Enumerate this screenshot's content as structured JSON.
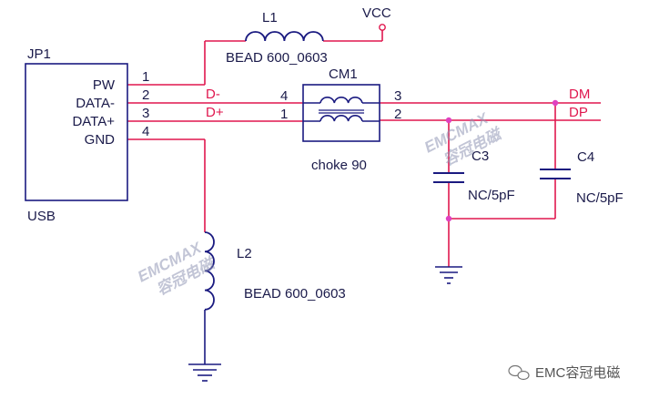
{
  "schematic": {
    "connector": {
      "ref": "JP1",
      "type": "USB",
      "pins": [
        {
          "num": "1",
          "name": "PW"
        },
        {
          "num": "2",
          "name": "DATA-"
        },
        {
          "num": "3",
          "name": "DATA+"
        },
        {
          "num": "4",
          "name": "GND"
        }
      ]
    },
    "inductor_l1": {
      "ref": "L1",
      "value": "BEAD 600_0603"
    },
    "vcc_label": "VCC",
    "nets": {
      "d_minus": "D-",
      "d_plus": "D+",
      "dm": "DM",
      "dp": "DP"
    },
    "choke": {
      "ref": "CM1",
      "value": "choke 90",
      "pin_4": "4",
      "pin_1": "1",
      "pin_3": "3",
      "pin_2": "2"
    },
    "cap_c3": {
      "ref": "C3",
      "value": "NC/5pF"
    },
    "cap_c4": {
      "ref": "C4",
      "value": "NC/5pF"
    },
    "inductor_l2": {
      "ref": "L2",
      "value": "BEAD 600_0603"
    },
    "watermark": {
      "line1": "EMCMAX",
      "line2": "容冠电磁"
    },
    "brand": "EMC容冠电磁",
    "colors": {
      "wire": "#e0174e",
      "component": "#1a1a80",
      "junction": "#e040c0",
      "net_label": "#e0174e"
    }
  }
}
